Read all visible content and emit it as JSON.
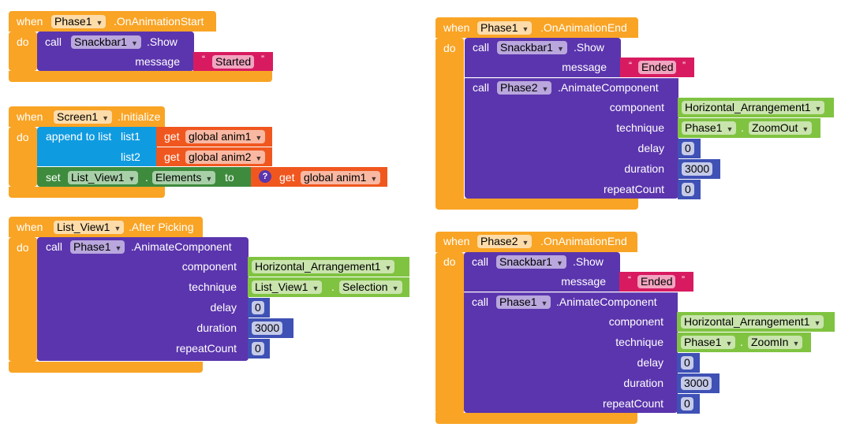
{
  "blocks": {
    "b1": {
      "when": "when",
      "do": "do",
      "component": "Phase1",
      "event": ".OnAnimationStart",
      "call": "call",
      "target": "Snackbar1",
      "method": ".Show",
      "arg_label": "message",
      "message": "Started"
    },
    "b2": {
      "when": "when",
      "do": "do",
      "component": "Screen1",
      "event": ".Initialize",
      "append_label": "append to list",
      "list1_label": "list1",
      "list2_label": "list2",
      "get": "get",
      "var1": "global anim1",
      "var2": "global anim2",
      "set": "set",
      "set_component": "List_View1",
      "dot": ".",
      "property": "Elements",
      "to": "to",
      "help": "?",
      "var3": "global anim1"
    },
    "b3": {
      "when": "when",
      "do": "do",
      "component": "List_View1",
      "event": ".After Picking",
      "call": "call",
      "target": "Phase1",
      "method": ".AnimateComponent",
      "component_label": "component",
      "component_value": "Horizontal_Arrangement1",
      "technique_label": "technique",
      "technique_comp": "List_View1",
      "dot": ".",
      "technique_value": "Selection",
      "delay_label": "delay",
      "delay": "0",
      "duration_label": "duration",
      "duration": "3000",
      "repeat_label": "repeatCount",
      "repeat": "0"
    },
    "b4": {
      "when": "when",
      "do": "do",
      "component": "Phase1",
      "event": ".OnAnimationEnd",
      "call": "call",
      "snack_target": "Snackbar1",
      "snack_method": ".Show",
      "arg_label": "message",
      "message": "Ended",
      "target": "Phase2",
      "method": ".AnimateComponent",
      "component_label": "component",
      "component_value": "Horizontal_Arrangement1",
      "technique_label": "technique",
      "technique_comp": "Phase1",
      "dot": ".",
      "technique_value": "ZoomOut",
      "delay_label": "delay",
      "delay": "0",
      "duration_label": "duration",
      "duration": "3000",
      "repeat_label": "repeatCount",
      "repeat": "0"
    },
    "b5": {
      "when": "when",
      "do": "do",
      "component": "Phase2",
      "event": ".OnAnimationEnd",
      "call": "call",
      "snack_target": "Snackbar1",
      "snack_method": ".Show",
      "arg_label": "message",
      "message": "Ended",
      "target": "Phase1",
      "method": ".AnimateComponent",
      "component_label": "component",
      "component_value": "Horizontal_Arrangement1",
      "technique_label": "technique",
      "technique_comp": "Phase1",
      "dot": ".",
      "technique_value": "ZoomIn",
      "delay_label": "delay",
      "delay": "0",
      "duration_label": "duration",
      "duration": "3000",
      "repeat_label": "repeatCount",
      "repeat": "0"
    }
  },
  "icons": {
    "dropdown": "▼",
    "quote_open": "“",
    "quote_close": "”"
  }
}
